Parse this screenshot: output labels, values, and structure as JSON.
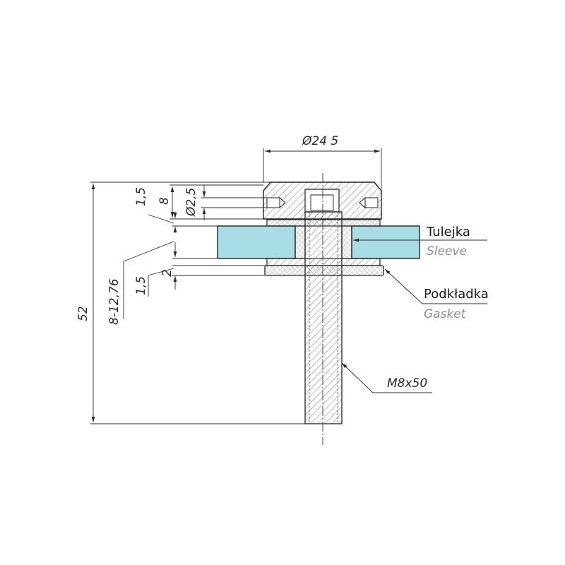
{
  "dimensions": {
    "diameter_top": "Ø24 5",
    "overall_height": "52",
    "cap_gap": "1,5",
    "cap_height": "8",
    "hole_diameter": "Ø2,5",
    "glass_thickness": "8-12,76",
    "lower_gap": "1,5",
    "gasket_thickness": "2"
  },
  "labels": {
    "sleeve_pl": "Tulejka",
    "sleeve_en": "Sleeve",
    "gasket_pl": "Podkładka",
    "gasket_en": "Gasket",
    "bolt": "M8x50"
  },
  "colors": {
    "glass": "#a9dde6",
    "gasket_fill": "#ececec",
    "line": "#2b2b2b",
    "sub_label": "#8c8c8c"
  }
}
